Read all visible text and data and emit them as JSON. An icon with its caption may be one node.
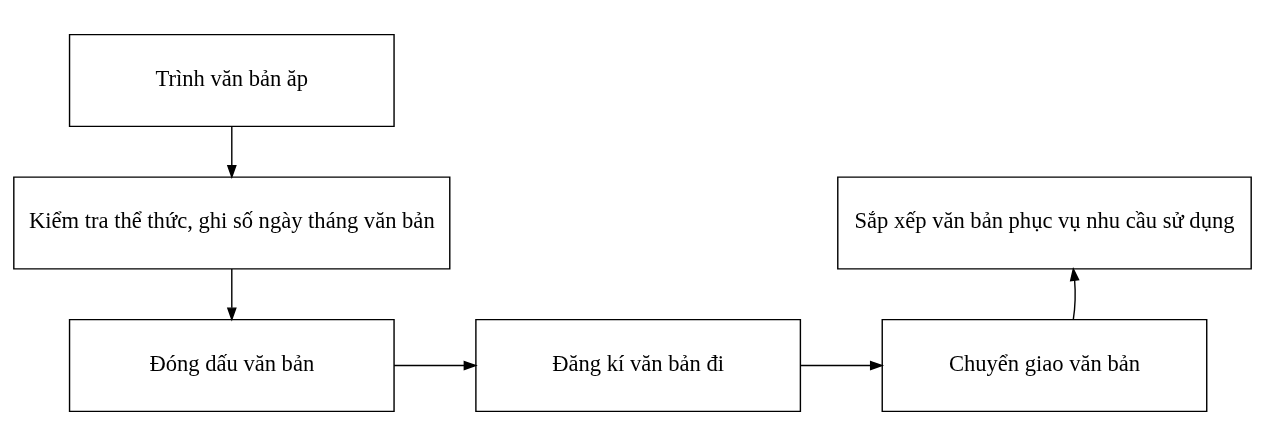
{
  "diagram": {
    "nodes": [
      {
        "text": [
          "Trình văn bản ăp"
        ]
      },
      {
        "text": [
          "Kiểm tra thể thức, ghi số ngày tháng văn bản"
        ]
      },
      {
        "text": [
          "Đóng dấu văn bản"
        ]
      },
      {
        "text": [
          "Đăng kí văn bản đi"
        ]
      },
      {
        "text": [
          "Chuyển giao văn bản"
        ]
      },
      {
        "text": [
          "Sắp xếp văn bản phục vụ nhu cầu sử dụng"
        ]
      }
    ],
    "edges": [
      {
        "from": 0,
        "to": 1,
        "arrow": "to"
      },
      {
        "from": 1,
        "to": 2,
        "arrow": "to"
      },
      {
        "from": 2,
        "to": 3,
        "arrow": "to"
      },
      {
        "from": 3,
        "to": 4,
        "arrow": "to"
      },
      {
        "from": 4,
        "to": 5,
        "arrow": "to"
      }
    ]
  }
}
